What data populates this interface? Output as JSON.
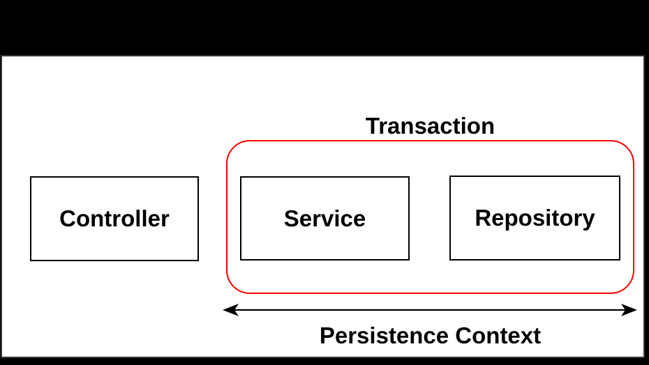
{
  "diagram": {
    "transaction_label": "Transaction",
    "persistence_label": "Persistence Context",
    "nodes": [
      {
        "id": "controller",
        "label": "Controller"
      },
      {
        "id": "service",
        "label": "Service"
      },
      {
        "id": "repository",
        "label": "Repository"
      }
    ],
    "colors": {
      "background": "#000000",
      "canvas": "#ffffff",
      "node_border": "#000000",
      "transaction_border": "#ff0000",
      "arrow": "#000000",
      "text": "#000000"
    }
  }
}
